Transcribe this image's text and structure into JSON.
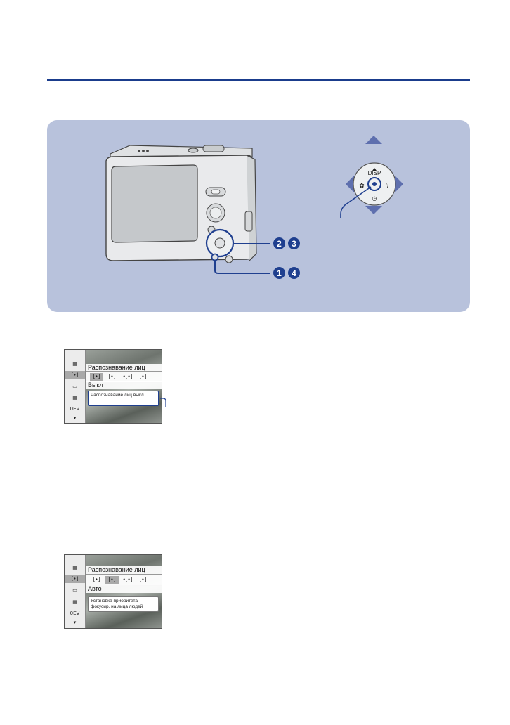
{
  "panel": {
    "badges": [
      "2",
      "3",
      "1",
      "4"
    ],
    "dpad": {
      "top_label": "DISP",
      "colors": {
        "arrow": "#5e6fae",
        "ring": "#1f3f8f"
      }
    }
  },
  "screen1": {
    "title": "Распознавание лиц",
    "value": "Выкл",
    "hint": "Распознавание лиц выкл",
    "side_icons": [
      "▦",
      "[•]",
      "▭",
      "▦",
      "0EV",
      "▾"
    ],
    "options": [
      "[•]",
      "[•]",
      "•[•]",
      "[•]"
    ]
  },
  "screen2": {
    "title": "Распознавание лиц",
    "value": "Авто",
    "hint": "Установка приоритета фокусир. на лица людей",
    "side_icons": [
      "▦",
      "[•]",
      "▭",
      "▦",
      "0EV",
      "▾"
    ],
    "options": [
      "[•]",
      "[•]",
      "•[•]",
      "[•]"
    ]
  }
}
